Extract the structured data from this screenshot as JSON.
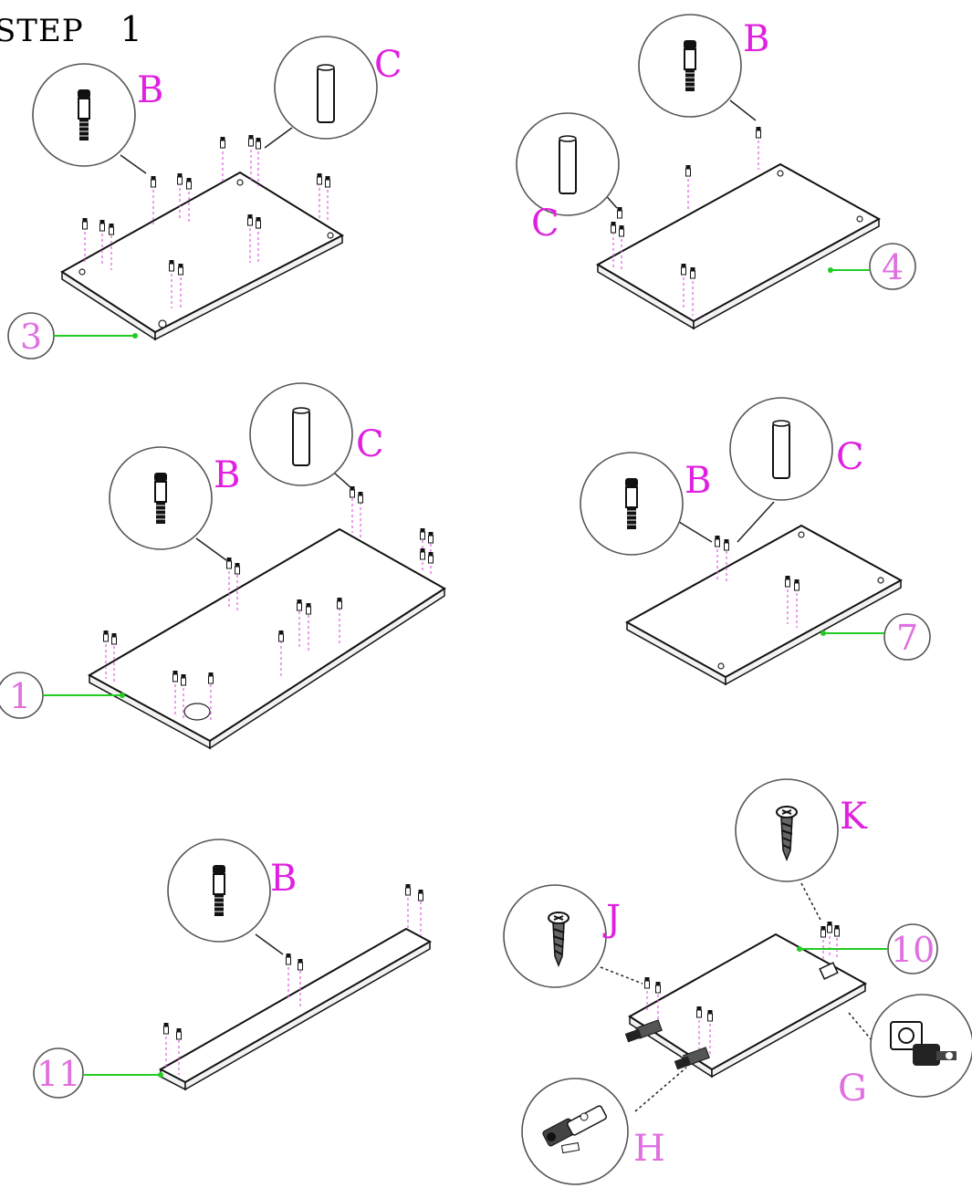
{
  "step": {
    "word": "STEP",
    "number": "1"
  },
  "part_labels": {
    "B": "B",
    "C": "C",
    "G": "G",
    "H": "H",
    "J": "J",
    "K": "K"
  },
  "panel_numbers": {
    "p3": "3",
    "p4": "4",
    "p1": "1",
    "p7": "7",
    "p11": "11",
    "p10": "10"
  },
  "colors": {
    "label_magenta": "#e020e0",
    "label_light": "#e070e0",
    "leader_green": "#22cc22",
    "dash_pink": "#e060e0"
  },
  "icons": [
    "cam-bolt-icon",
    "dowel-icon",
    "screw-icon",
    "hinge-icon",
    "lock-icon"
  ]
}
